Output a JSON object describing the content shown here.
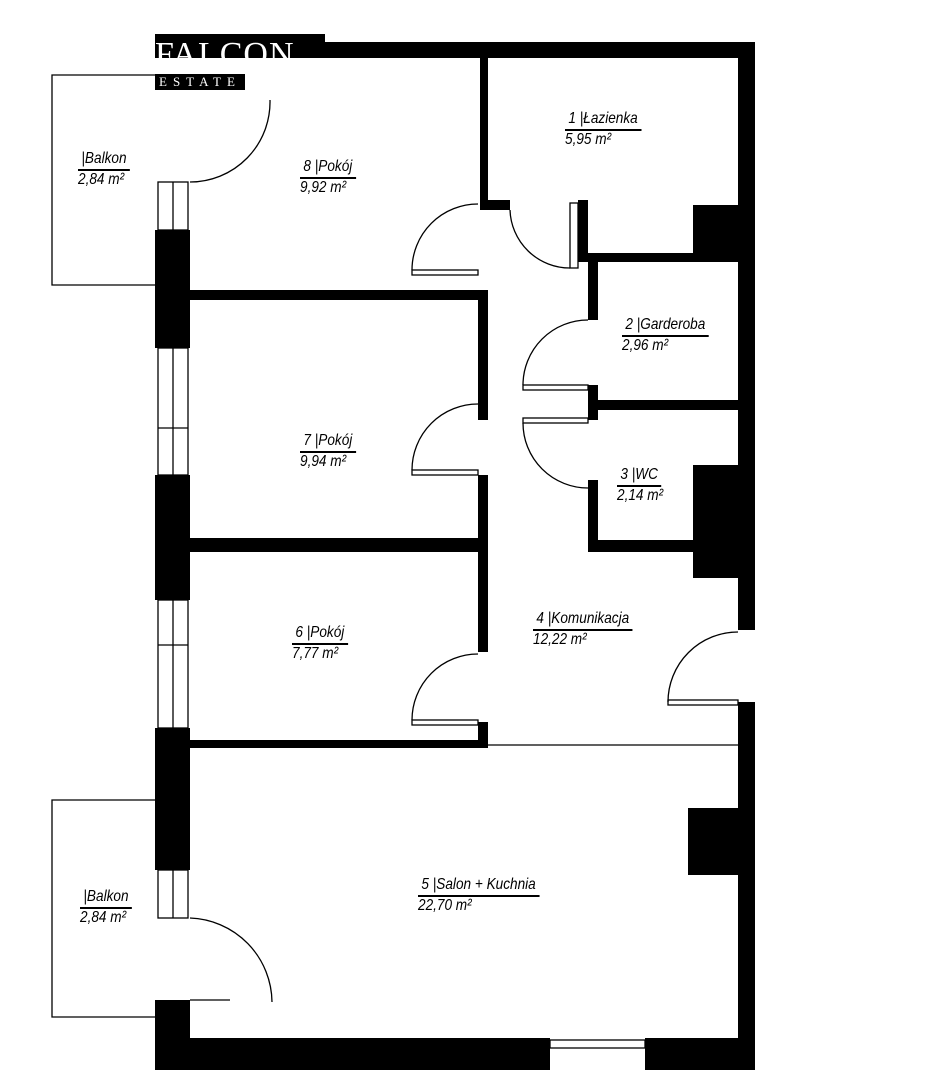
{
  "logo": {
    "name": "FALCON",
    "subtitle": "ESTATE"
  },
  "rooms": [
    {
      "number": "1",
      "name": "Łazienka",
      "area": "5,95 m²"
    },
    {
      "number": "2",
      "name": "Garderoba",
      "area": "2,96 m²"
    },
    {
      "number": "3",
      "name": "WC",
      "area": "2,14 m²"
    },
    {
      "number": "4",
      "name": "Komunikacja",
      "area": "12,22 m²"
    },
    {
      "number": "5",
      "name": "Salon + Kuchnia",
      "area": "22,70 m²"
    },
    {
      "number": "6",
      "name": "Pokój",
      "area": "7,77 m²"
    },
    {
      "number": "7",
      "name": "Pokój",
      "area": "9,94 m²"
    },
    {
      "number": "8",
      "name": "Pokój",
      "area": "9,92 m²"
    }
  ],
  "balconies": [
    {
      "name": "|Balkon",
      "area": "2,84 m²"
    },
    {
      "name": "|Balkon",
      "area": "2,84 m²"
    }
  ]
}
